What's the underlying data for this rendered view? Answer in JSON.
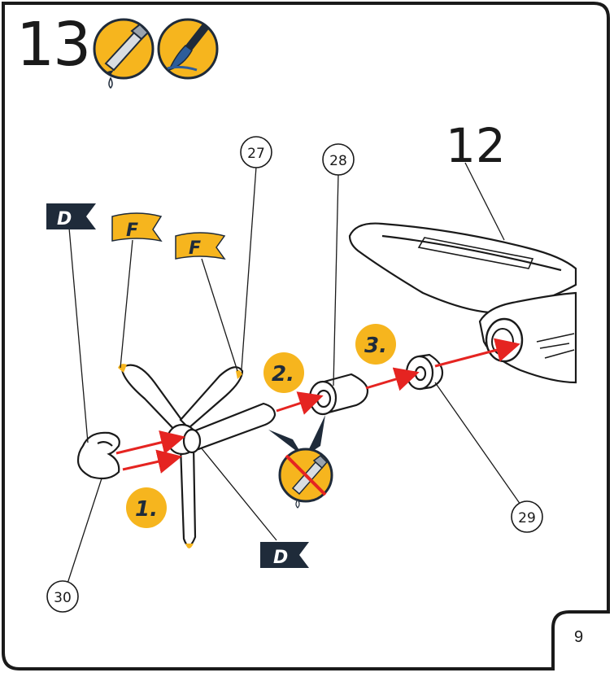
{
  "step": {
    "number": "13"
  },
  "header_icons": [
    "glue-icon",
    "paint-brush-icon"
  ],
  "assembly_label": "12",
  "part_numbers": [
    "27",
    "28",
    "29",
    "30"
  ],
  "flags": {
    "paint_d": "D",
    "paint_f": "F"
  },
  "order_steps": [
    "1.",
    "2.",
    "3."
  ],
  "no_glue_icon": "no-glue-icon",
  "page_number": "9",
  "colors": {
    "accent_yellow": "#f6b51e",
    "dark_navy": "#1f2b3a",
    "arrow_red": "#e52421",
    "outline": "#1a1a1a",
    "brush_blue": "#2e5d9a"
  }
}
